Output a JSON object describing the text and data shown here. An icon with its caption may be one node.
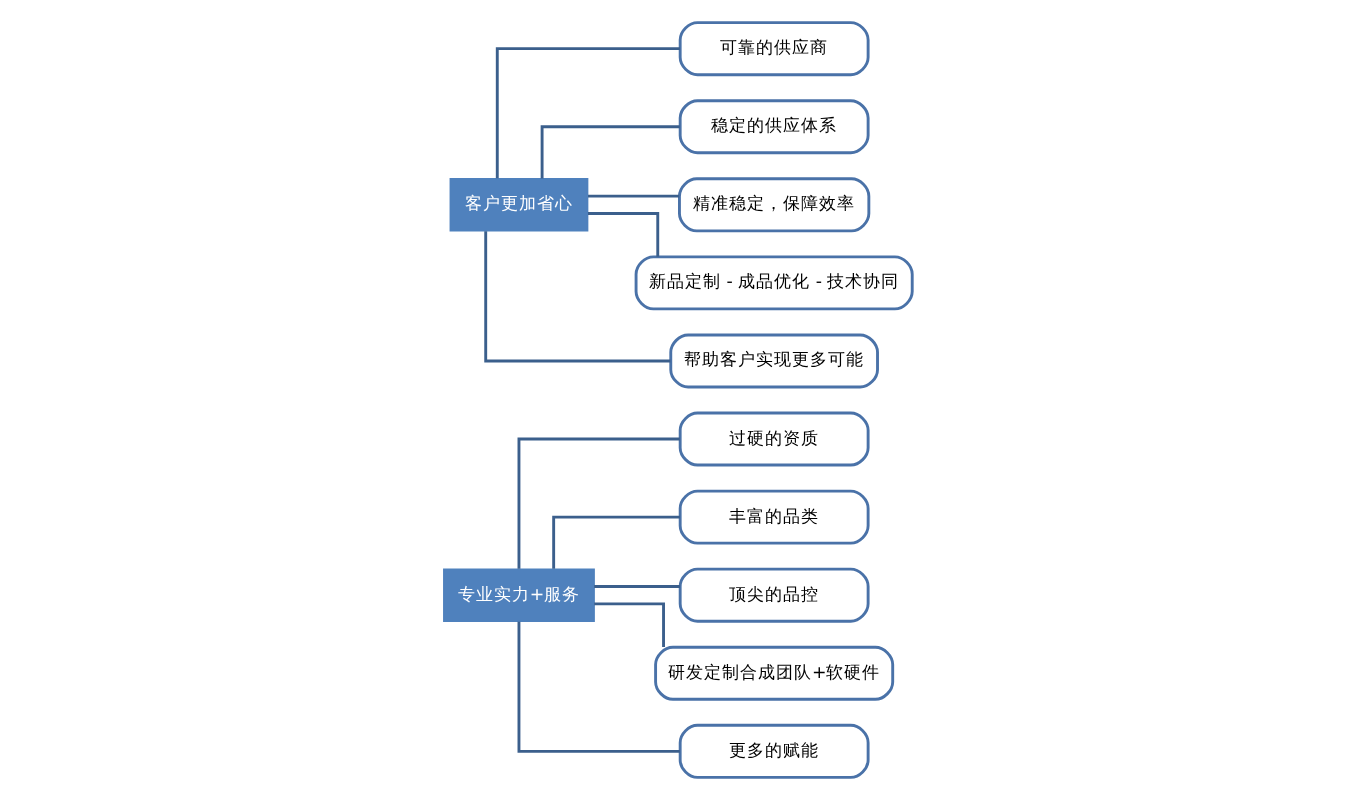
{
  "diagram": {
    "nodes": [
      {
        "text": [
          "专业实力+服务"
        ]
      },
      {
        "text": [
          "过硬的资质"
        ]
      },
      {
        "text": [
          "丰富的品类"
        ]
      },
      {
        "text": [
          "顶尖的品控"
        ]
      },
      {
        "text": [
          "研发定制合成团队+软硬件"
        ]
      },
      {
        "text": [
          "更多的赋能"
        ]
      },
      {
        "text": [
          "客户更加省心"
        ]
      },
      {
        "text": [
          "可靠的供应商"
        ]
      },
      {
        "text": [
          "稳定的供应体系"
        ]
      },
      {
        "text": [
          "精准稳定，保障效率"
        ]
      },
      {
        "text": [
          "新品定制 - 成品优化 - 技术协同"
        ]
      },
      {
        "text": [
          "帮助客户实现更多可能"
        ]
      }
    ],
    "edges": [
      {
        "from": 0,
        "to": 1,
        "arrow": "none"
      },
      {
        "from": 0,
        "to": 2,
        "arrow": "none"
      },
      {
        "from": 0,
        "to": 3,
        "arrow": "none"
      },
      {
        "from": 0,
        "to": 4,
        "arrow": "none"
      },
      {
        "from": 0,
        "to": 5,
        "arrow": "none"
      },
      {
        "from": 6,
        "to": 7,
        "arrow": "none"
      },
      {
        "from": 6,
        "to": 8,
        "arrow": "none"
      },
      {
        "from": 6,
        "to": 9,
        "arrow": "none"
      },
      {
        "from": 6,
        "to": 10,
        "arrow": "none"
      },
      {
        "from": 6,
        "to": 11,
        "arrow": "none"
      }
    ]
  }
}
